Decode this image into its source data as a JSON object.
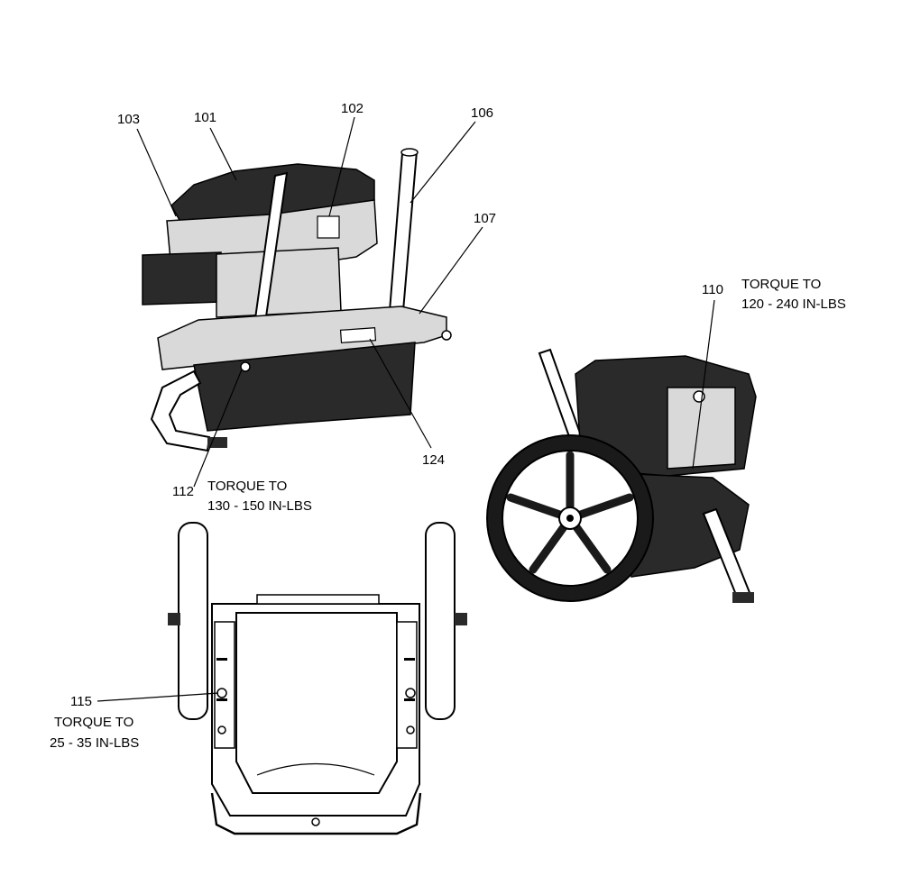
{
  "callouts": {
    "c103": "103",
    "c101": "101",
    "c102": "102",
    "c106": "106",
    "c107": "107",
    "c124": "124",
    "c112": "112",
    "c110": "110",
    "c115": "115"
  },
  "torque_notes": {
    "n112_line1": "TORQUE TO",
    "n112_line2": "130 - 150 IN-LBS",
    "n110_line1": "TORQUE TO",
    "n110_line2": "120 - 240 IN-LBS",
    "n115_line1": "TORQUE TO",
    "n115_line2": "25 - 35 IN-LBS"
  }
}
